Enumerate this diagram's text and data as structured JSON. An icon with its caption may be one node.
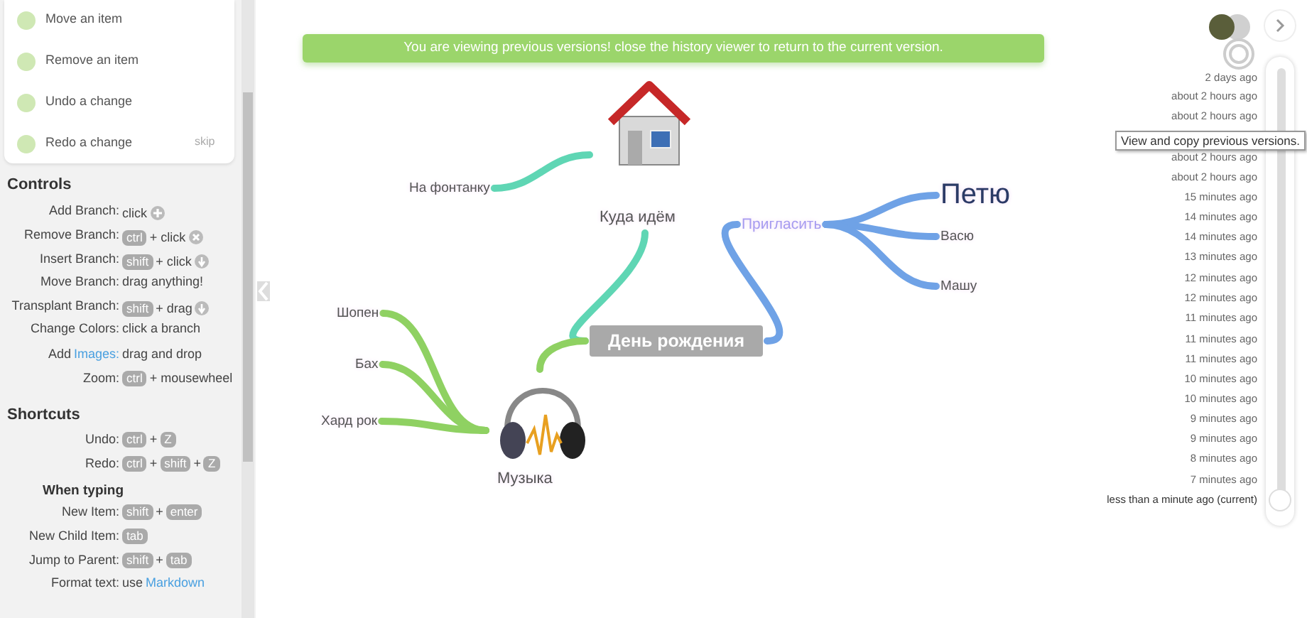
{
  "diagram": {
    "nodes": [
      {
        "text": [
          "День рождения"
        ]
      },
      {
        "text": [
          "Куда идём"
        ]
      },
      {
        "text": [
          "На фонтанку"
        ]
      },
      {
        "text": [
          "Пригласить"
        ]
      },
      {
        "text": [
          "Петю"
        ]
      },
      {
        "text": [
          "Васю"
        ]
      },
      {
        "text": [
          "Машу"
        ]
      },
      {
        "text": [
          "Музыка"
        ]
      },
      {
        "text": [
          "Шопен"
        ]
      },
      {
        "text": [
          "Бах"
        ]
      },
      {
        "text": [
          "Хард рок"
        ]
      }
    ],
    "edges": [
      {
        "from": 0,
        "to": 1,
        "arrow": "none",
        "color": "#5fd6b4"
      },
      {
        "from": 1,
        "to": 2,
        "arrow": "none",
        "color": "#5fd6b4"
      },
      {
        "from": 0,
        "to": 3,
        "arrow": "none",
        "color": "#6fa2e6"
      },
      {
        "from": 3,
        "to": 4,
        "arrow": "none",
        "color": "#6fa2e6"
      },
      {
        "from": 3,
        "to": 5,
        "arrow": "none",
        "color": "#6fa2e6"
      },
      {
        "from": 3,
        "to": 6,
        "arrow": "none",
        "color": "#6fa2e6"
      },
      {
        "from": 0,
        "to": 7,
        "arrow": "none",
        "color": "#8fd162"
      },
      {
        "from": 7,
        "to": 8,
        "arrow": "none",
        "color": "#8fd162"
      },
      {
        "from": 7,
        "to": 9,
        "arrow": "none",
        "color": "#8fd162"
      },
      {
        "from": 7,
        "to": 10,
        "arrow": "none",
        "color": "#8fd162"
      }
    ],
    "labels": [
      "Move an item",
      "Remove an item",
      "Undo a change",
      "Redo a change",
      "skip",
      "Controls",
      "Add Branch:",
      "click",
      "Remove Branch:",
      "ctrl",
      "+ click",
      "Insert Branch:",
      "shift",
      "+ click",
      "Move Branch:",
      "drag anything!",
      "Transplant Branch:",
      "shift",
      "+ drag",
      "Change Colors:",
      "click a branch",
      "Add",
      "Images:",
      "drag and drop",
      "Zoom:",
      "ctrl",
      "+ mousewheel",
      "Shortcuts",
      "Undo:",
      "ctrl",
      "+",
      "Z",
      "Redo:",
      "ctrl",
      "+",
      "shift",
      "+",
      "Z",
      "When typing",
      "New Item:",
      "shift",
      "+",
      "enter",
      "New Child Item:",
      "tab",
      "Jump to Parent:",
      "shift",
      "+",
      "tab",
      "Format text:",
      "use",
      "Markdown",
      "You are viewing previous versions! close the history viewer to return to the current version.",
      "View and copy previous versions.",
      "2 days ago",
      "about 2 hours ago",
      "about 2 hours ago",
      "about 2 hours ago",
      "about 2 hours ago",
      "15 minutes ago",
      "14 minutes ago",
      "14 minutes ago",
      "13 minutes ago",
      "12 minutes ago",
      "12 minutes ago",
      "11 minutes ago",
      "11 minutes ago",
      "11 minutes ago",
      "10 minutes ago",
      "10 minutes ago",
      "9 minutes ago",
      "9 minutes ago",
      "8 minutes ago",
      "7 minutes ago",
      "less than a minute ago (current)"
    ]
  }
}
